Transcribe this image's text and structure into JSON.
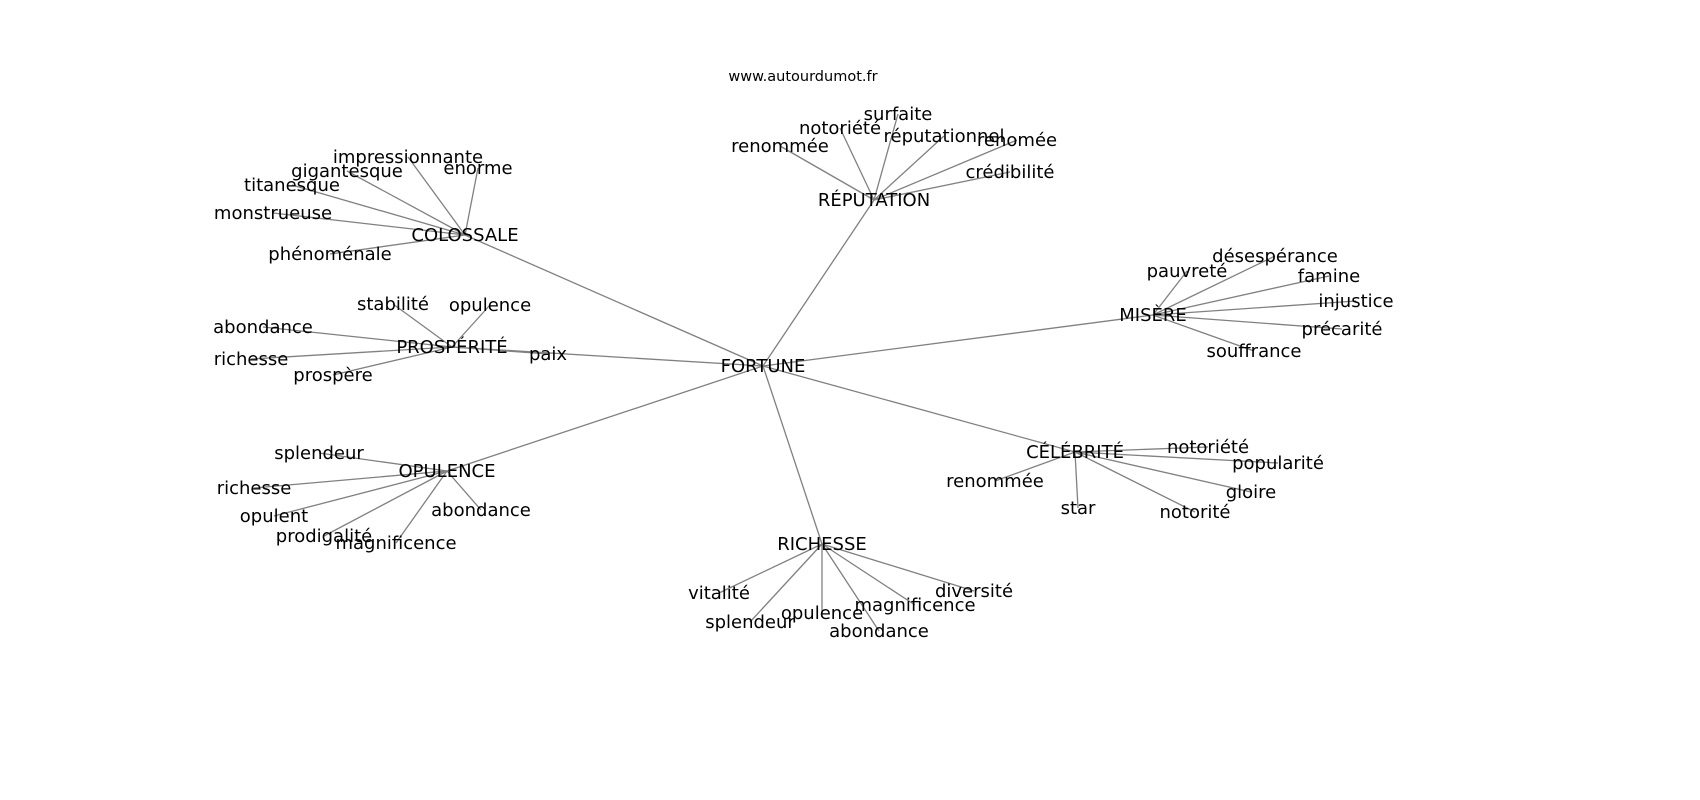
{
  "site": "www.autourdumot.fr",
  "root": "FORTUNE",
  "edge_color": "#808080",
  "clusters": [
    {
      "label": "COLOSSALE",
      "children": [
        "impressionnante",
        "gigantesque",
        "titanesque",
        "monstrueuse",
        "phénoménale",
        "énorme"
      ]
    },
    {
      "label": "RÉPUTATION",
      "children": [
        "renommée",
        "notoriété",
        "surfaite",
        "réputationnel",
        "renomée",
        "crédibilité"
      ]
    },
    {
      "label": "MISÈRE",
      "children": [
        "pauvreté",
        "désespérance",
        "famine",
        "injustice",
        "précarité",
        "souffrance"
      ]
    },
    {
      "label": "PROSPÉRITÉ",
      "children": [
        "stabilité",
        "opulence",
        "abondance",
        "richesse",
        "prospère",
        "paix"
      ]
    },
    {
      "label": "OPULENCE",
      "children": [
        "splendeur",
        "richesse",
        "opulent",
        "prodigalité",
        "magnificence",
        "abondance"
      ]
    },
    {
      "label": "CÉLÉBRITÉ",
      "children": [
        "notoriété",
        "popularité",
        "gloire",
        "notorité",
        "star",
        "renommée"
      ]
    },
    {
      "label": "RICHESSE",
      "children": [
        "vitalité",
        "splendeur",
        "opulence",
        "magnificence",
        "abondance",
        "diversité"
      ]
    }
  ]
}
